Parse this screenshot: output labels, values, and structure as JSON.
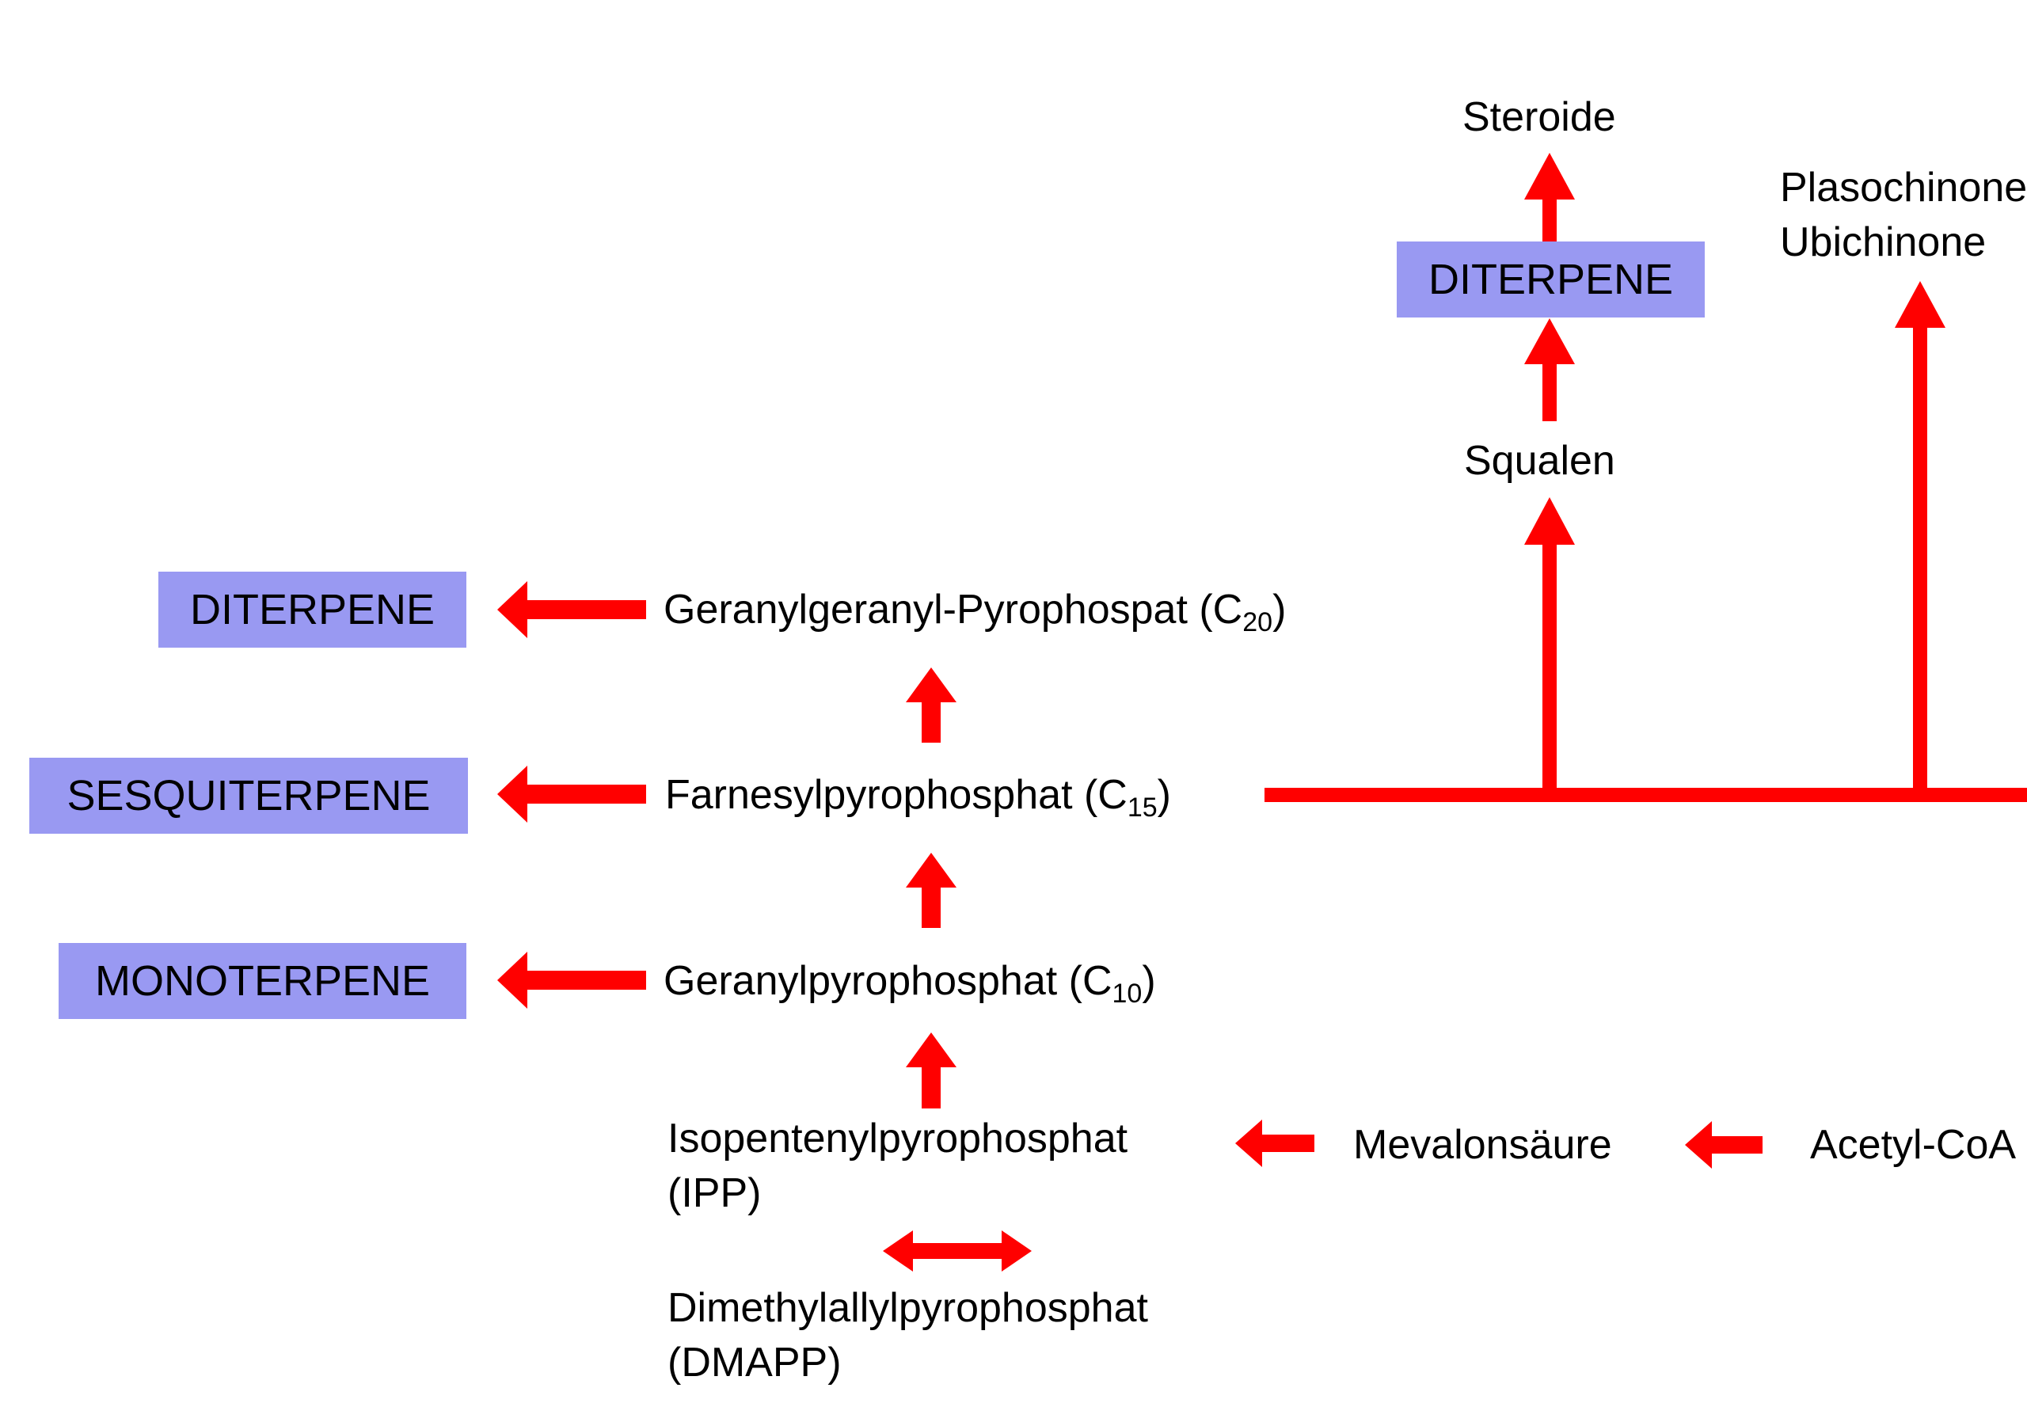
{
  "colors": {
    "arrow": "#ff0000",
    "box": "#9999f2"
  },
  "boxes": {
    "diterpene_left": "DITERPENE",
    "sesquiterpene": "SESQUITERPENE",
    "monoterpene": "MONOTERPENE",
    "diterpene_top": "DITERPENE"
  },
  "compounds": {
    "ggpp": {
      "name": "Geranylgeranyl-Pyrophospat (C",
      "sub": "20",
      "close": ")"
    },
    "fpp": {
      "name": "Farnesylpyrophosphat (C",
      "sub": "15",
      "close": ")"
    },
    "gpp": {
      "name": "Geranylpyrophosphat (C",
      "sub": "10",
      "close": ")"
    },
    "ipp": {
      "line1": "Isopentenylpyrophosphat",
      "line2": "(IPP)"
    },
    "dmapp": {
      "line1": "Dimethylallylpyrophosphat",
      "line2": "(DMAPP)"
    },
    "mevalonsaeure": "Mevalonsäure",
    "acetyl_coa": "Acetyl-CoA",
    "squalen": "Squalen",
    "steroide": "Steroide",
    "plasochinone": "Plasochinone",
    "ubichinone": "Ubichinone"
  }
}
